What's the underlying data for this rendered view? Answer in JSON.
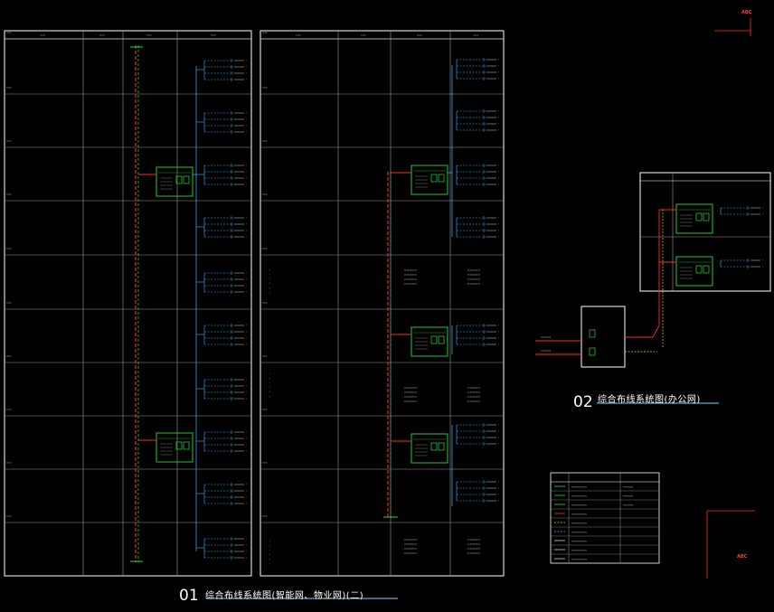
{
  "drawing1": {
    "number": "01",
    "title": "综合布线系统图(智能网、物业网)(二)"
  },
  "drawing2": {
    "number": "02",
    "title": "综合布线系统图(办公网)"
  },
  "colors": {
    "background": "#000000",
    "frame": "#ffffff",
    "grid": "#9a9a9a",
    "trunk_red": "#ff2a2a",
    "fiber_green": "#22e03a",
    "cable_cyan": "#3ab8ff",
    "title_underline": "#7ad7ff",
    "mark_red": "#ff2a2a"
  },
  "corner_marks": {
    "top_right": "ABC",
    "bottom_right": "ABC"
  },
  "legend": {
    "rows": 9
  }
}
